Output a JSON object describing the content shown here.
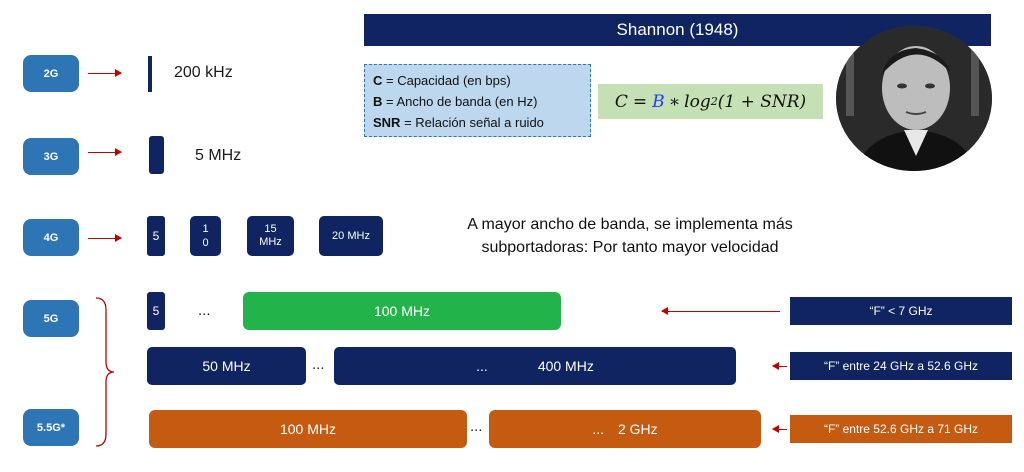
{
  "header": {
    "title": "Shannon (1948)"
  },
  "legend": {
    "c_key": "C",
    "c_text": " = Capacidad (en bps)",
    "b_key": "B",
    "b_text": " = Ancho de banda (en Hz)",
    "snr_key": "SNR",
    "snr_text": " = Relación señal a ruido"
  },
  "formula": {
    "c": "C",
    "eq": "=",
    "b": "B",
    "mult": "∗",
    "log": "log",
    "base": "2",
    "rest": "(1 + SNR)"
  },
  "note": {
    "line1": "A mayor ancho de banda, se implementa más",
    "line2": "subportadoras: Por tanto mayor velocidad"
  },
  "generations": {
    "g2": "2G",
    "g3": "3G",
    "g4": "4G",
    "g5": "5G",
    "g55": "5.5G*"
  },
  "g2": {
    "bw_label": "200 kHz"
  },
  "g3": {
    "bw_label": "5 MHz"
  },
  "g4": {
    "b1": "5",
    "b2_line1": "1",
    "b2_line2": "0",
    "b3_line1": "15",
    "b3_line2": "MHz",
    "b4": "20 MHz"
  },
  "g5": {
    "row1": {
      "small": "5",
      "dots": "...",
      "green": "100 MHz",
      "band": "“F” < 7 GHz"
    },
    "row2": {
      "left": "50 MHz",
      "dots": "...",
      "right_dots": "...",
      "right": "400 MHz",
      "band": "“F” entre 24 GHz a 52.6 GHz"
    }
  },
  "g55": {
    "left": "100 MHz",
    "dots": "...",
    "right_dots": "...",
    "right": "2 GHz",
    "band": "“F” entre 52.6 GHz a 71 GHz"
  },
  "colors": {
    "navy": "#0f2460",
    "blue": "#2e75b6",
    "green": "#22b34b",
    "orange": "#c55a11",
    "red": "#c00000",
    "legend_bg": "#bdd7ee",
    "formula_bg": "#c5e0b4"
  }
}
